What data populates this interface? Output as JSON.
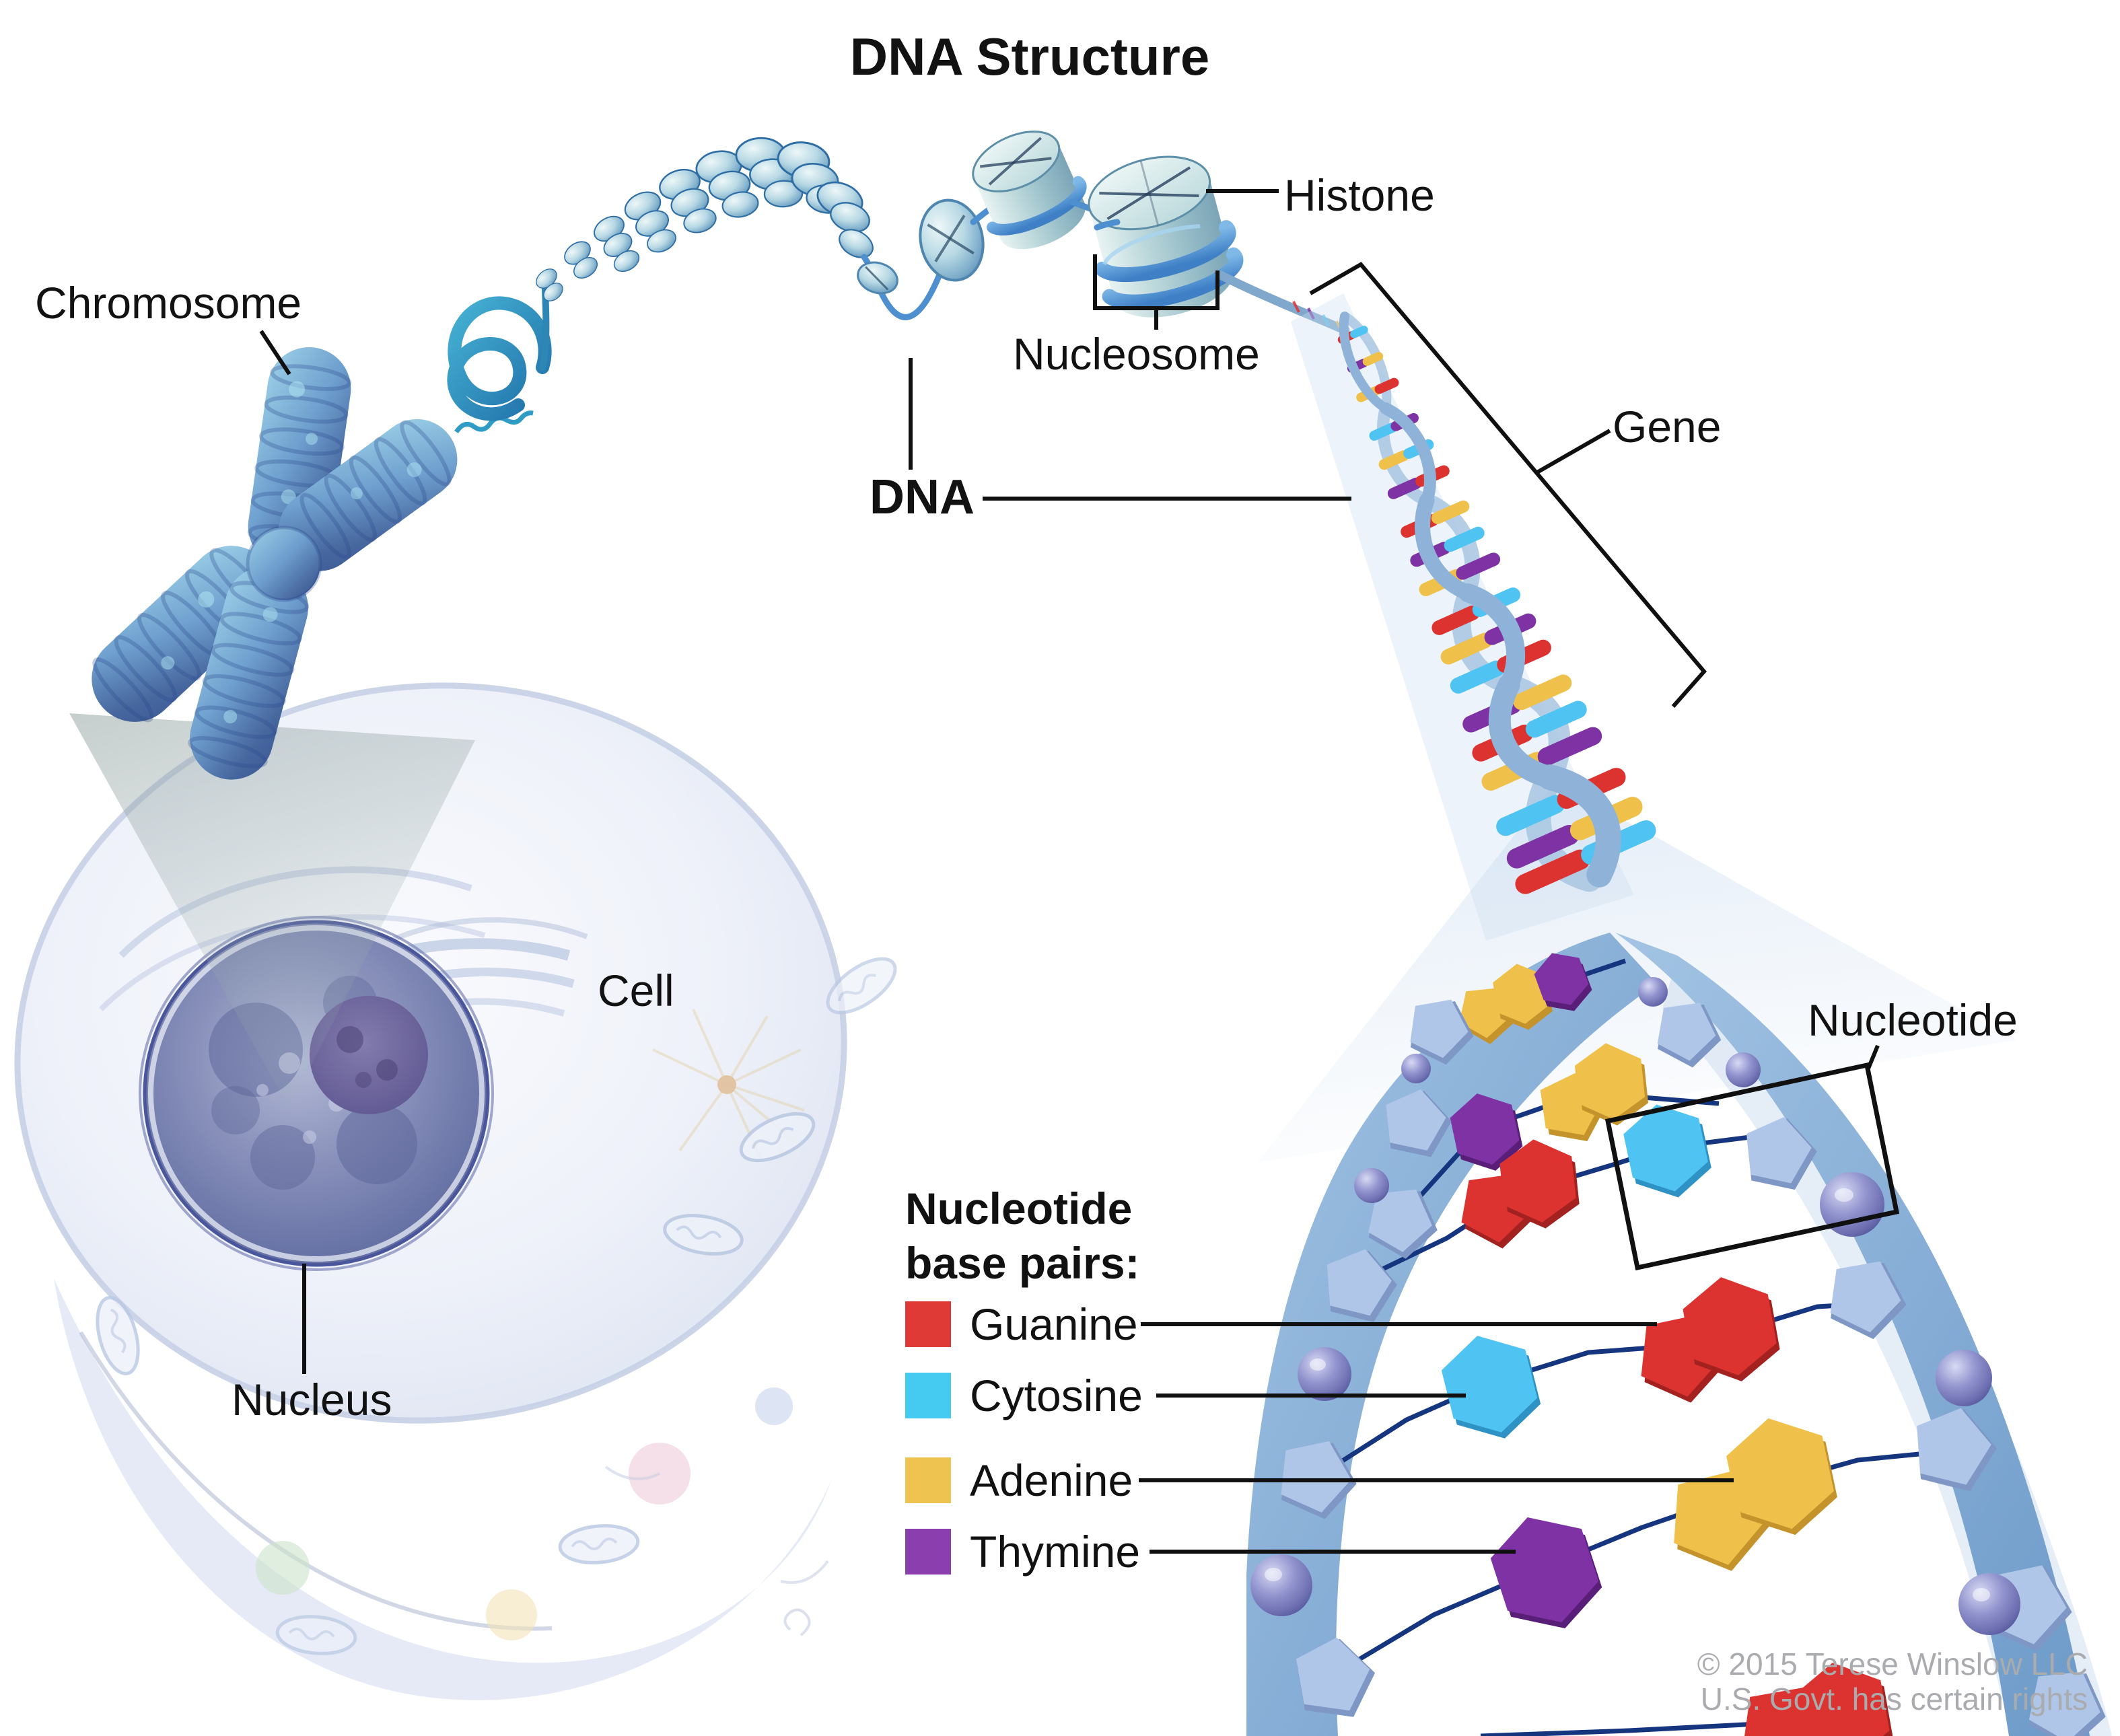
{
  "title": "DNA Structure",
  "labels": {
    "chromosome": "Chromosome",
    "histone": "Histone",
    "nucleosome": "Nucleosome",
    "dna": "DNA",
    "gene": "Gene",
    "cell": "Cell",
    "nucleus": "Nucleus",
    "nucleotide": "Nucleotide"
  },
  "legend": {
    "heading_line1": "Nucleotide",
    "heading_line2": "base pairs:",
    "items": [
      {
        "name": "Guanine",
        "color": "#E03A36"
      },
      {
        "name": "Cytosine",
        "color": "#45CBF1"
      },
      {
        "name": "Adenine",
        "color": "#EFC34F"
      },
      {
        "name": "Thymine",
        "color": "#8B3FAE"
      }
    ]
  },
  "credit": {
    "line1": "© 2015 Terese Winslow LLC",
    "line2": "U.S. Govt. has certain rights"
  },
  "palette": {
    "guanine_red": "#E03A36",
    "cytosine_cyan": "#45CBF1",
    "adenine_yellow": "#EFC34F",
    "thymine_purple": "#8B3FAE",
    "backbone_blue": "#7CA6D2",
    "histone_teal": "#BCD8DB",
    "chromosome_blue": "#5580BE",
    "annotation_black": "#101010",
    "credit_gray": "#A9ABAE"
  }
}
